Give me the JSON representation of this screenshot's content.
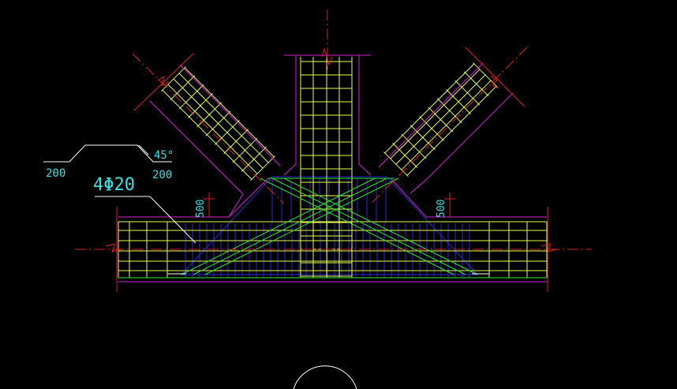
{
  "colors": {
    "background": "#000000",
    "outline": "#d81fd8",
    "axis": "#e02020",
    "rebar": "#e6ff4d",
    "stirrup_green": "#2ee82e",
    "stirrup_blue": "#2a2ad8",
    "white": "#ffffff",
    "dim_text": "#33e0e6"
  },
  "bend_detail": {
    "left_length": "200",
    "right_length": "200",
    "angle": "45°"
  },
  "rebar_callout": "4Φ20",
  "dimensions": {
    "left_height": "500",
    "right_height": "500"
  }
}
